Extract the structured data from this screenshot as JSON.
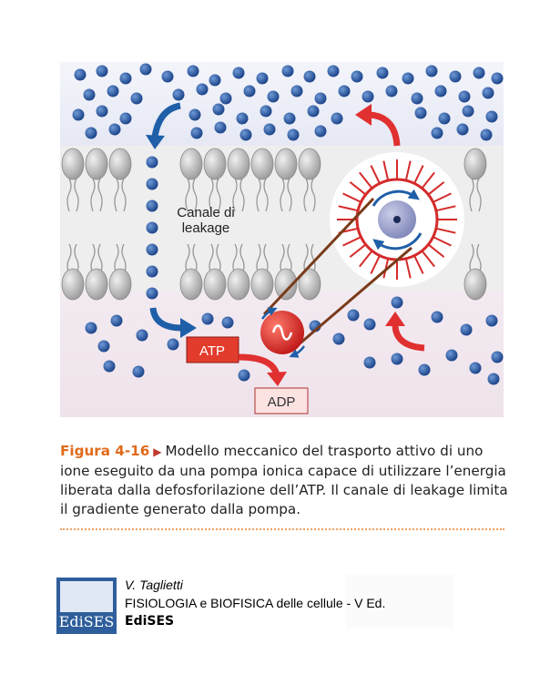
{
  "diagram": {
    "leak_channel_label_line1": "Canale di",
    "leak_channel_label_line2": "leakage",
    "atp_label": "ATP",
    "adp_label": "ADP",
    "colors": {
      "ion": "#1f4e9a",
      "lipid_head": "#c8c8c8",
      "arrow_blue": "#1f5fa8",
      "arrow_red": "#e03030",
      "atp_box": "#e23c2c",
      "adp_box": "#fde2e2",
      "outside_bg": "#e9ecf6",
      "inside_bg": "#f2e8ee"
    }
  },
  "caption": {
    "label": "Figura 4-16",
    "text": "Modello meccanico del trasporto attivo di uno ione eseguito da una pompa ionica capace di utilizzare l’energia liberata dalla defosforilazione dell’ATP. Il canale di leakage limita il gradiente generato dalla pompa."
  },
  "credits": {
    "author": "V. Taglietti",
    "title": "FISIOLOGIA e BIOFISICA delle cellule - V Ed.",
    "publisher": "EdiSES",
    "logo_text": "EdiSES"
  }
}
